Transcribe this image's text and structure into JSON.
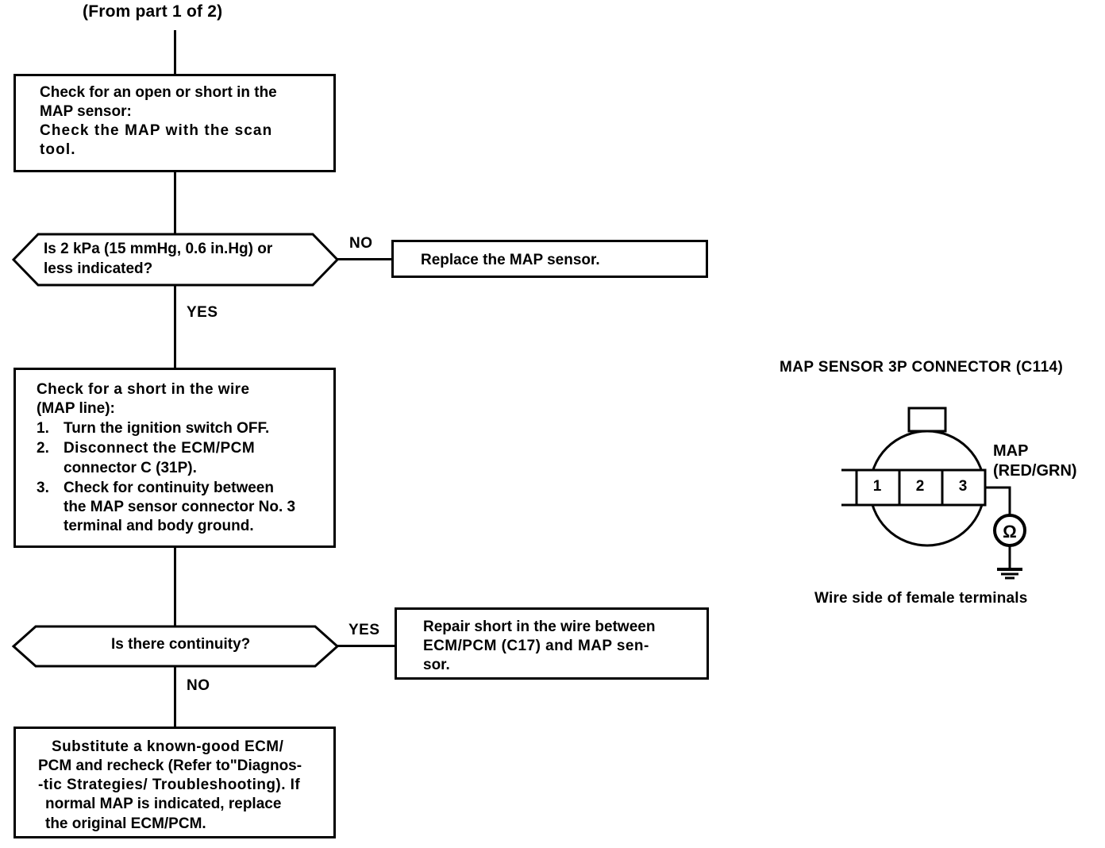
{
  "header": {
    "from_label": "(From part 1 of 2)"
  },
  "flow": {
    "step1": {
      "title_line1": "Check for an open or short in the",
      "title_line2": "MAP sensor:",
      "body_line1": "Check the MAP with the scan",
      "body_line2": "tool."
    },
    "decision1": {
      "line1": "Is 2 kPa (15 mmHg, 0.6 in.Hg) or",
      "line2": "less indicated?",
      "no_label": "NO",
      "yes_label": "YES"
    },
    "replace_sensor": {
      "text": "Replace the MAP sensor."
    },
    "step2": {
      "title_line1": "Check for a short in the wire",
      "title_line2": "(MAP line):",
      "items": [
        {
          "num": "1.",
          "line1": "Turn the ignition switch OFF.",
          "line2": ""
        },
        {
          "num": "2.",
          "line1": "Disconnect  the  ECM/PCM",
          "line2": "connector C (31P)."
        },
        {
          "num": "3.",
          "line1": "Check for continuity between",
          "line2": "the MAP sensor connector No. 3",
          "line3": "terminal and body ground."
        }
      ]
    },
    "decision2": {
      "text": "Is there continuity?",
      "yes_label": "YES",
      "no_label": "NO"
    },
    "repair_short": {
      "line1": "Repair short in the wire between",
      "line2": "ECM/PCM (C17) and MAP sen-",
      "line3": "sor."
    },
    "substitute": {
      "line1": "Substitute a known-good ECM/",
      "line2": "PCM and recheck (Refer to\"Diagnos-",
      "line3": "-tic Strategies/ Troubleshooting). If",
      "line4": "normal MAP is indicated, replace",
      "line5": "the original ECM/PCM."
    }
  },
  "connector": {
    "title": "MAP SENSOR 3P CONNECTOR (C114)",
    "caption": "Wire side of female terminals",
    "wire_label_line1": "MAP",
    "wire_label_line2": "(RED/GRN)",
    "pins": [
      "1",
      "2",
      "3"
    ],
    "meter_symbol": "Ω"
  },
  "colors": {
    "ink": "#000000",
    "paper": "#ffffff"
  }
}
